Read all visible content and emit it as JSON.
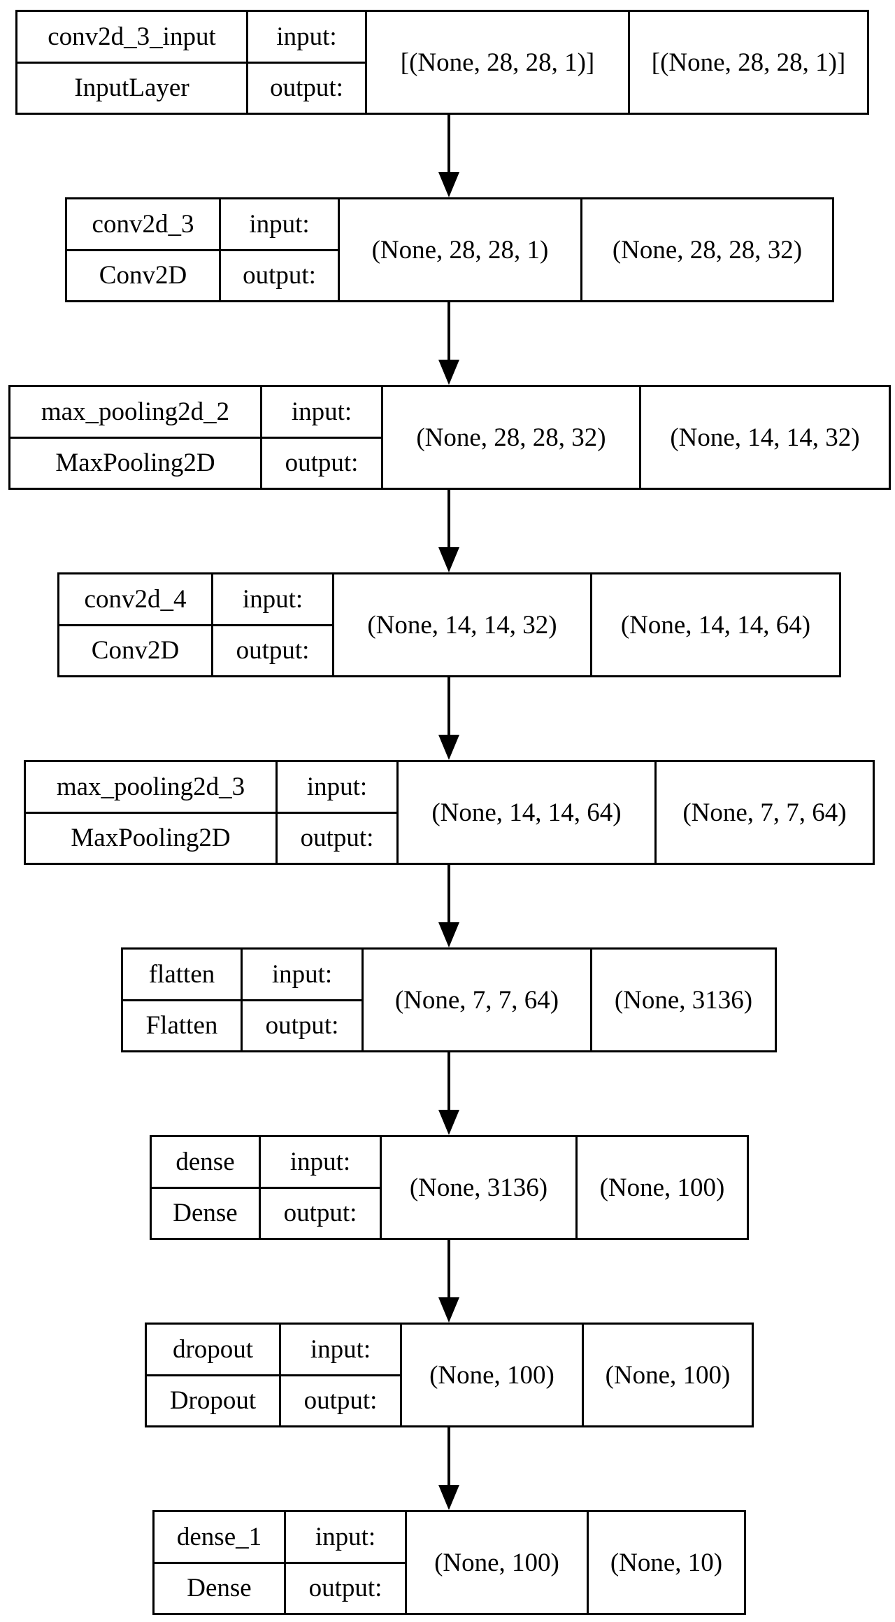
{
  "layers": [
    {
      "name": "conv2d_3_input",
      "type": "InputLayer",
      "input_label": "input:",
      "output_label": "output:",
      "input_shape": "[(None, 28, 28, 1)]",
      "output_shape": "[(None, 28, 28, 1)]"
    },
    {
      "name": "conv2d_3",
      "type": "Conv2D",
      "input_label": "input:",
      "output_label": "output:",
      "input_shape": "(None, 28, 28, 1)",
      "output_shape": "(None, 28, 28, 32)"
    },
    {
      "name": "max_pooling2d_2",
      "type": "MaxPooling2D",
      "input_label": "input:",
      "output_label": "output:",
      "input_shape": "(None, 28, 28, 32)",
      "output_shape": "(None, 14, 14, 32)"
    },
    {
      "name": "conv2d_4",
      "type": "Conv2D",
      "input_label": "input:",
      "output_label": "output:",
      "input_shape": "(None, 14, 14, 32)",
      "output_shape": "(None, 14, 14, 64)"
    },
    {
      "name": "max_pooling2d_3",
      "type": "MaxPooling2D",
      "input_label": "input:",
      "output_label": "output:",
      "input_shape": "(None, 14, 14, 64)",
      "output_shape": "(None, 7, 7, 64)"
    },
    {
      "name": "flatten",
      "type": "Flatten",
      "input_label": "input:",
      "output_label": "output:",
      "input_shape": "(None, 7, 7, 64)",
      "output_shape": "(None, 3136)"
    },
    {
      "name": "dense",
      "type": "Dense",
      "input_label": "input:",
      "output_label": "output:",
      "input_shape": "(None, 3136)",
      "output_shape": "(None, 100)"
    },
    {
      "name": "dropout",
      "type": "Dropout",
      "input_label": "input:",
      "output_label": "output:",
      "input_shape": "(None, 100)",
      "output_shape": "(None, 100)"
    },
    {
      "name": "dense_1",
      "type": "Dense",
      "input_label": "input:",
      "output_label": "output:",
      "input_shape": "(None, 100)",
      "output_shape": "(None, 10)"
    }
  ],
  "edges": [
    [
      0,
      1
    ],
    [
      1,
      2
    ],
    [
      2,
      3
    ],
    [
      3,
      4
    ],
    [
      4,
      5
    ],
    [
      5,
      6
    ],
    [
      6,
      7
    ],
    [
      7,
      8
    ]
  ]
}
